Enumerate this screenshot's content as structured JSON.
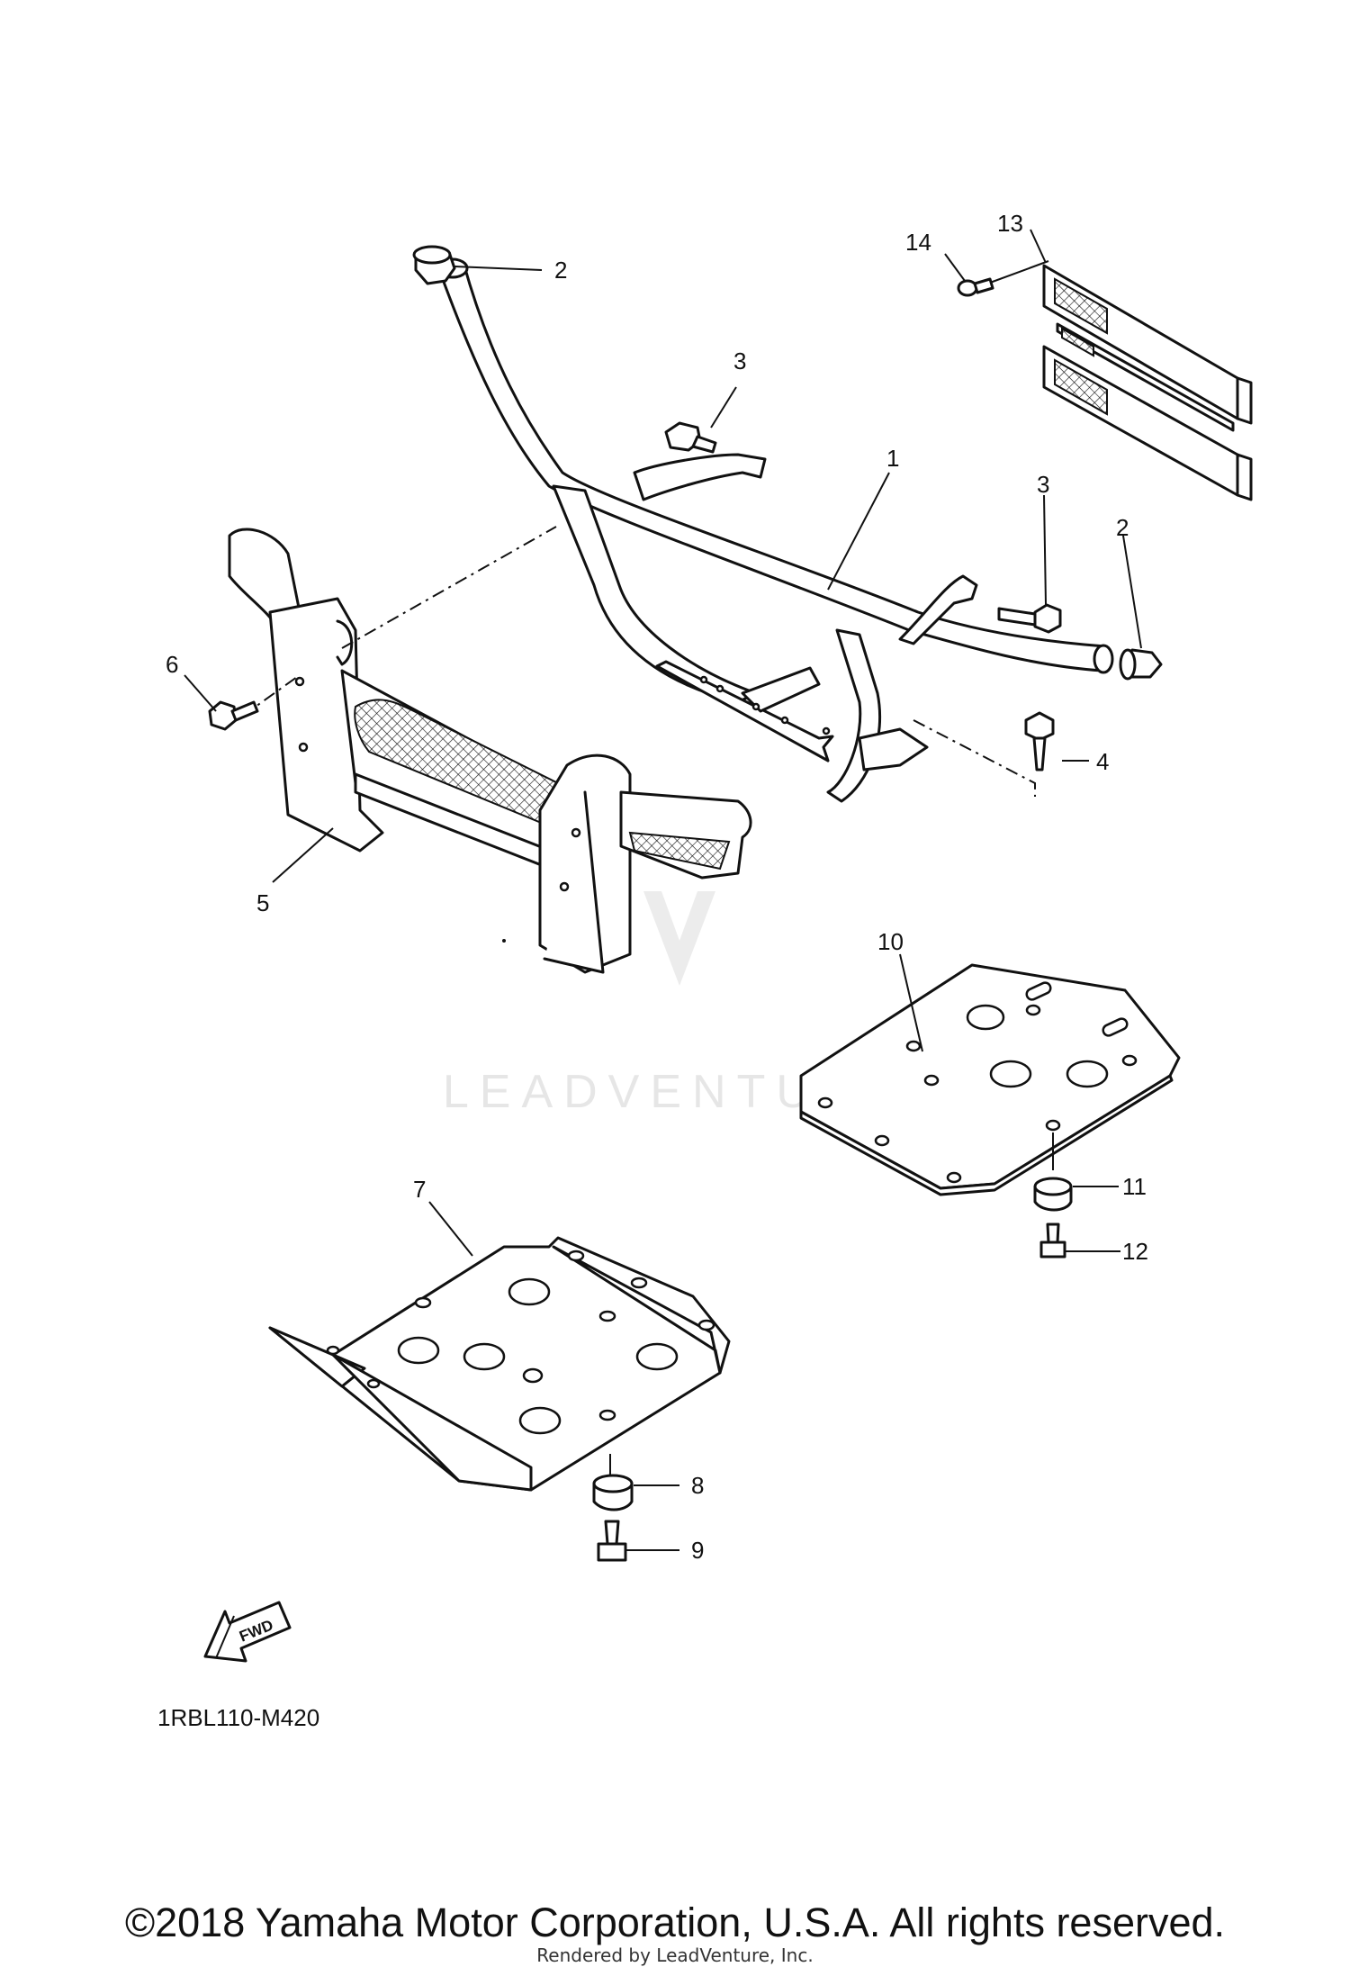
{
  "diagram": {
    "callouts": [
      "1",
      "2",
      "2",
      "3",
      "3",
      "4",
      "5",
      "6",
      "7",
      "8",
      "9",
      "10",
      "11",
      "12",
      "13",
      "14"
    ],
    "watermark": "LEADVENTURE",
    "fwd_label": "FWD",
    "drawing_code": "1RBL110-M420"
  },
  "footer": {
    "copyright": "©2018 Yamaha Motor Corporation, U.S.A. All rights reserved.",
    "rendered_by": "Rendered by LeadVenture, Inc."
  }
}
